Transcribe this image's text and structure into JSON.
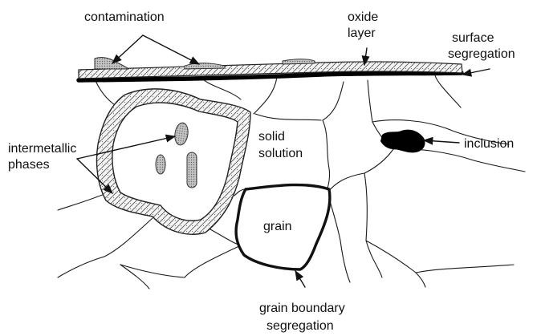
{
  "labels": {
    "contamination": "contamination",
    "oxide_layer_line1": "oxide",
    "oxide_layer_line2": "layer",
    "surface_segregation_line1": "surface",
    "surface_segregation_line2": "segregation",
    "intermetallic_phases_line1": "intermetallic",
    "intermetallic_phases_line2": "phases",
    "solid_solution_line1": "solid",
    "solid_solution_line2": "solution",
    "inclusion": "inclusion",
    "grain": "grain",
    "grain_boundary_segregation_line1": "grain boundary",
    "grain_boundary_segregation_line2": "segregation"
  },
  "colors": {
    "ink": "#111111",
    "hatch_fill": "#f4f4f4",
    "particle_fill": "#b8b8b8",
    "inclusion_fill": "#000000"
  }
}
